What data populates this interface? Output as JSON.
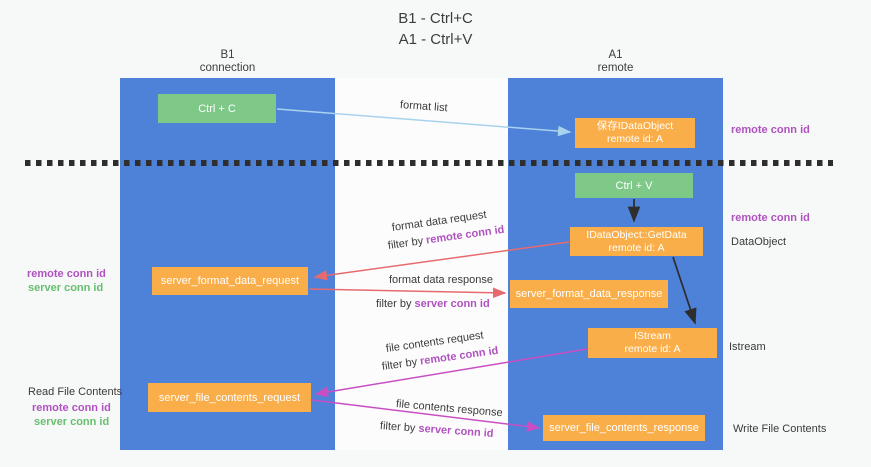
{
  "title": {
    "line1": "B1 - Ctrl+C",
    "line2": "A1 - Ctrl+V"
  },
  "lanes": {
    "left": {
      "title": "B1",
      "subtitle": "connection"
    },
    "right": {
      "title": "A1",
      "subtitle": "remote"
    }
  },
  "boxes": {
    "ctrl_c": {
      "label": "Ctrl + C"
    },
    "ctrl_v": {
      "label": "Ctrl + V"
    },
    "save_dataobject": {
      "line1": "保存IDataObject",
      "line2": "remote id: A"
    },
    "getdata": {
      "line1": "IDataObject::GetData",
      "line2": "remote id: A"
    },
    "istream": {
      "line1": "IStream",
      "line2": "remote id: A"
    },
    "server_format_data_request": {
      "label": "server_format_data_request"
    },
    "server_format_data_response": {
      "label": "server_format_data_response"
    },
    "server_file_contents_request": {
      "label": "server_file_contents_request"
    },
    "server_file_contents_response": {
      "label": "server_file_contents_response"
    }
  },
  "flow_labels": {
    "format_list": "format list",
    "format_data_request": "format data request",
    "format_data_response": "format data response",
    "file_contents_request": "file contents request",
    "file_contents_response": "file contents response",
    "filter_by": "filter by ",
    "remote_conn_id": "remote conn id",
    "server_conn_id": "server conn id"
  },
  "side_labels": {
    "remote_conn_id_top_right": "remote conn id",
    "remote_conn_id_mid_right": "remote conn id",
    "dataobject": "DataObject",
    "istream": "Istream",
    "write_file_contents": "Write File Contents",
    "remote_conn_id_left1": "remote conn id",
    "server_conn_id_left1": "server conn id",
    "read_file_contents": "Read File Contents",
    "remote_conn_id_left2": "remote conn id",
    "server_conn_id_left2": "server conn id"
  },
  "colors": {
    "lane_blue": "#4e82d8",
    "box_green": "#7ec987",
    "box_orange": "#faae49",
    "purple_label": "#b052c0",
    "green_label": "#67bf6f",
    "red_arrow": "#e76a6e",
    "magenta_arrow": "#c94ec4",
    "light_blue_arrow": "#a8d2ee",
    "black_arrow": "#2e2e2e",
    "background": "#f7f8f8"
  }
}
